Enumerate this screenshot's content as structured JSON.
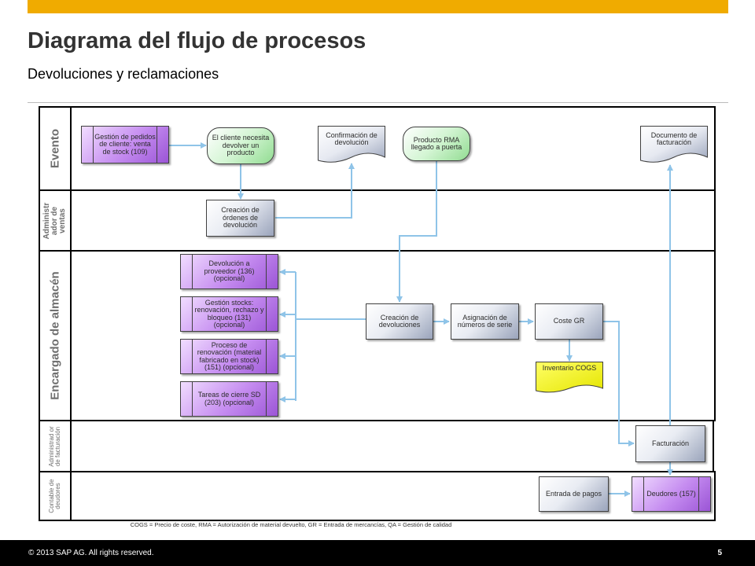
{
  "header": {
    "title": "Diagrama del flujo de procesos",
    "subtitle": "Devoluciones y reclamaciones"
  },
  "lanes": {
    "evento": "Evento",
    "administrador_ventas": "Administr ador de ventas",
    "encargado_almacen": "Encargado de almacén",
    "administrador_facturacion": "Administrad or de facturación",
    "contable_deudores": "Contable de deudores"
  },
  "nodes": {
    "gestion_pedidos": "Gestión de pedidos de cliente: venta de stock (109)",
    "cliente_necesita": "El cliente necesita devolver un producto",
    "confirmacion_devolucion": "Confirmación de devolución",
    "producto_rma": "Producto RMA llegado a puerta",
    "documento_facturacion": "Documento de facturación",
    "creacion_ordenes": "Creación de órdenes de devolución",
    "devolucion_proveedor": "Devolución a proveedor (136) (opcional)",
    "gestion_stocks": "Gestión stocks: renovación, rechazo y bloqueo (131)(opcional)",
    "proceso_renovacion": "Proceso de renovación (material fabricado en stock)(151) (opcional)",
    "tareas_cierre": "Tareas de cierre SD (203) (opcional)",
    "creacion_devoluciones": "Creación de devoluciones",
    "asignacion_numeros": "Asignación de números de serie",
    "coste_gr": "Coste GR",
    "inventario_cogs": "Inventario COGS",
    "facturacion": "Facturación",
    "entrada_pagos": "Entrada de pagos",
    "deudores": "Deudores (157)"
  },
  "footnote": "COGS = Precio de coste, RMA = Autorización de material devuelto, GR = Entrada de mercancías, QA = Gestión de calidad",
  "footer": {
    "copyright": "© 2013 SAP AG. All rights reserved.",
    "page_number": "5"
  },
  "colors": {
    "accent_bar": "#f0ab00",
    "connector": "#8fc4e8",
    "subprocess": "#b57ae6",
    "event": "#a8e4a8",
    "inventory_doc": "#f2f200"
  }
}
